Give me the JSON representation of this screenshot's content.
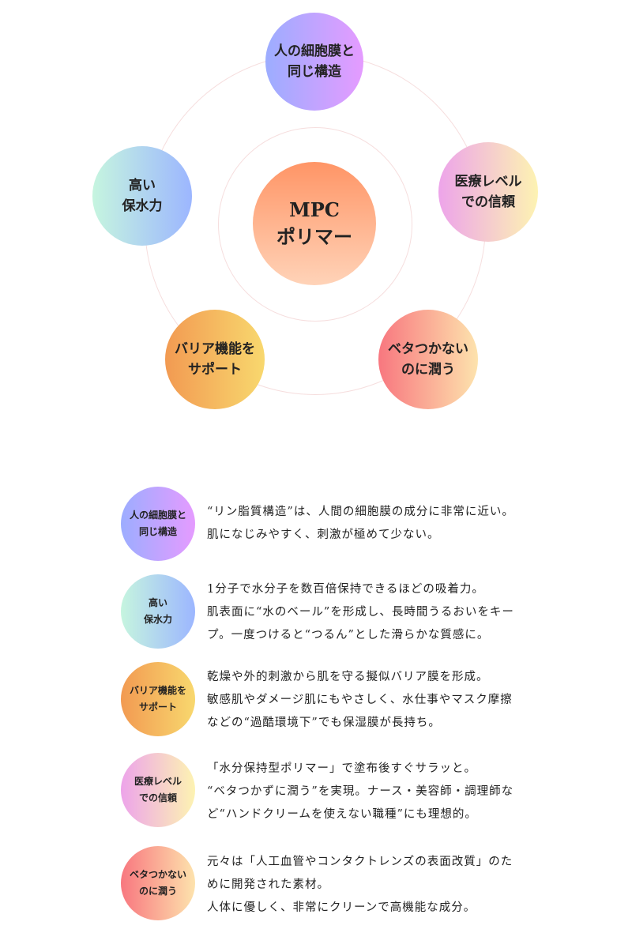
{
  "diagram": {
    "center": [
      "MPC",
      "ポリマー"
    ],
    "nodes": [
      {
        "lines": [
          "人の細胞膜と",
          "同じ構造"
        ]
      },
      {
        "lines": [
          "医療レベル",
          "での信頼"
        ]
      },
      {
        "lines": [
          "ベタつかない",
          "のに潤う"
        ]
      },
      {
        "lines": [
          "バリア機能を",
          "サポート"
        ]
      },
      {
        "lines": [
          "高い",
          "保水力"
        ]
      }
    ]
  },
  "features": [
    {
      "label": [
        "人の細胞膜と",
        "同じ構造"
      ],
      "desc": [
        "“リン脂質構造”は、人間の細胞膜の成分に非常に近い。",
        "肌になじみやすく、刺激が極めて少ない。"
      ]
    },
    {
      "label": [
        "高い",
        "保水力"
      ],
      "desc": [
        "1分子で水分子を数百倍保持できるほどの吸着力。",
        "肌表面に“水のベール”を形成し、長時間うるおいをキー",
        "プ。一度つけると“つるん”とした滑らかな質感に。"
      ]
    },
    {
      "label": [
        "バリア機能を",
        "サポート"
      ],
      "desc": [
        "乾燥や外的刺激から肌を守る擬似バリア膜を形成。",
        "敏感肌やダメージ肌にもやさしく、水仕事やマスク摩擦",
        "などの“過酷環境下”でも保湿膜が長持ち。"
      ]
    },
    {
      "label": [
        "医療レベル",
        "での信頼"
      ],
      "desc": [
        "「水分保持型ポリマー」で塗布後すぐサラッと。",
        "“ベタつかずに潤う”を実現。ナース・美容師・調理師な",
        "ど“ハンドクリームを使えない職種”にも理想的。"
      ]
    },
    {
      "label": [
        "ベタつかない",
        "のに潤う"
      ],
      "desc": [
        "元々は「人工血管やコンタクトレンズの表面改質」のた",
        "めに開発された素材。",
        "人体に優しく、非常にクリーンで高機能な成分。"
      ]
    }
  ]
}
